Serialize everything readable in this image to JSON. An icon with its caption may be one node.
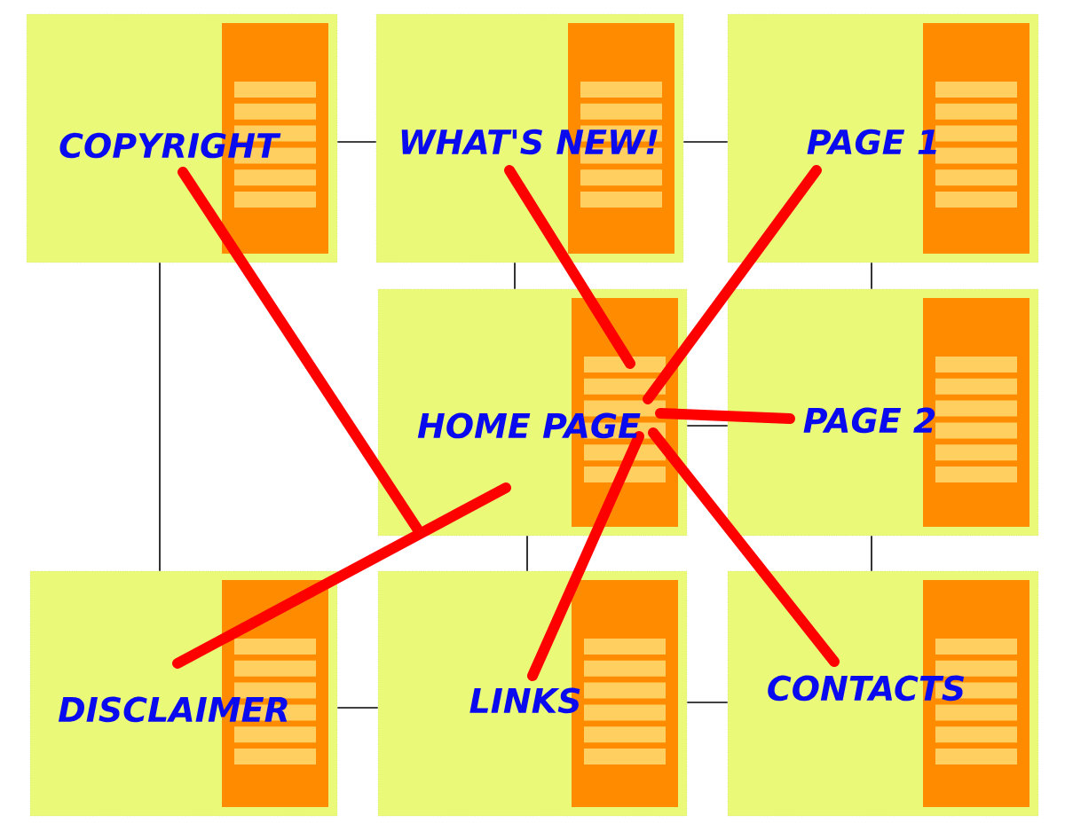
{
  "diagram": {
    "nodes": [
      {
        "text": [
          "COPYRIGHT"
        ]
      },
      {
        "text": [
          "WHAT'S NEW!"
        ]
      },
      {
        "text": [
          "PAGE 1"
        ]
      },
      {
        "text": [
          "HOME PAGE"
        ]
      },
      {
        "text": [
          "PAGE 2"
        ]
      },
      {
        "text": [
          "DISCLAIMER"
        ]
      },
      {
        "text": [
          "LINKS"
        ]
      },
      {
        "text": [
          "CONTACTS"
        ]
      }
    ],
    "edges": [
      {
        "from": 0,
        "to": 1,
        "arrow": "none"
      },
      {
        "from": 1,
        "to": 2,
        "arrow": "none"
      },
      {
        "from": 0,
        "to": 5,
        "arrow": "none"
      },
      {
        "from": 1,
        "to": 3,
        "arrow": "none"
      },
      {
        "from": 2,
        "to": 4,
        "arrow": "none"
      },
      {
        "from": 3,
        "to": 4,
        "arrow": "none"
      },
      {
        "from": 3,
        "to": 6,
        "arrow": "none"
      },
      {
        "from": 4,
        "to": 7,
        "arrow": "none"
      },
      {
        "from": 5,
        "to": 6,
        "arrow": "none"
      },
      {
        "from": 6,
        "to": 7,
        "arrow": "none"
      },
      {
        "from": 3,
        "to": 0,
        "arrow": "none",
        "style": "thick",
        "color": "#ff0000"
      },
      {
        "from": 3,
        "to": 1,
        "arrow": "none",
        "style": "thick",
        "color": "#ff0000"
      },
      {
        "from": 3,
        "to": 2,
        "arrow": "none",
        "style": "thick",
        "color": "#ff0000"
      },
      {
        "from": 3,
        "to": 4,
        "arrow": "none",
        "style": "thick",
        "color": "#ff0000"
      },
      {
        "from": 3,
        "to": 5,
        "arrow": "none",
        "style": "thick",
        "color": "#ff0000"
      },
      {
        "from": 3,
        "to": 6,
        "arrow": "none",
        "style": "thick",
        "color": "#ff0000"
      },
      {
        "from": 3,
        "to": 7,
        "arrow": "none",
        "style": "thick",
        "color": "#ff0000"
      }
    ]
  }
}
